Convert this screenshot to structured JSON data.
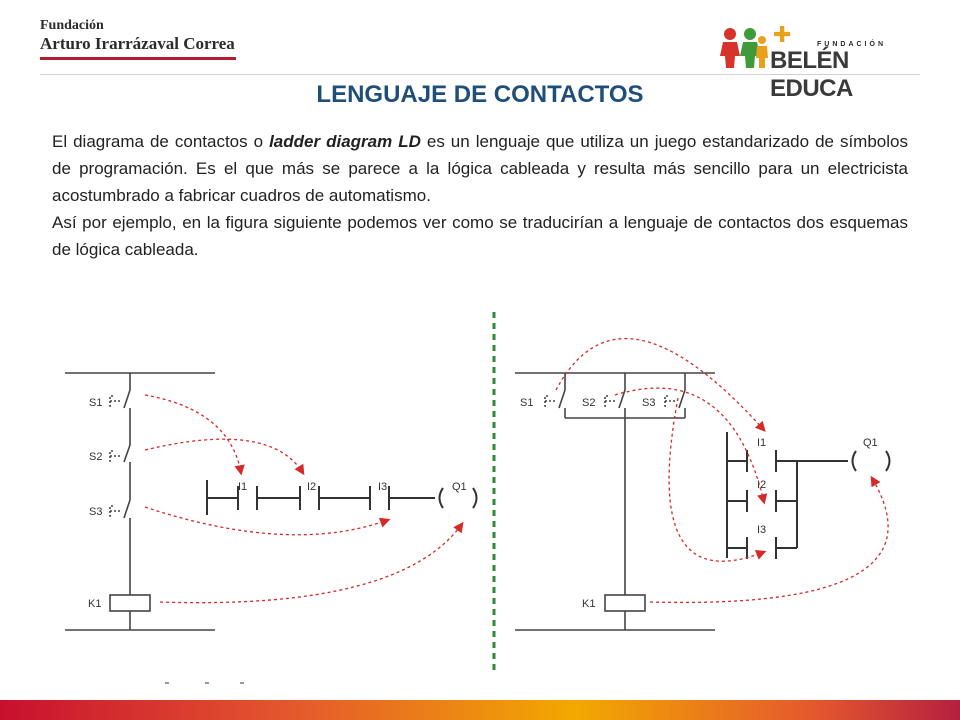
{
  "header": {
    "left_logo_line1": "Fundación",
    "left_logo_line2": "Arturo Irarrázaval Correa",
    "right_logo_top": "FUNDACIÓN",
    "right_logo_name": "BELÉN EDUCA"
  },
  "title": "LENGUAJE DE CONTACTOS",
  "paragraph1": {
    "before": "El diagrama de contactos  o ",
    "emphasis": "ladder diagram LD",
    "after": " es un lenguaje que utiliza un juego estandarizado de símbolos de programación. Es el que más se parece a la lógica cableada y resulta más sencillo para un electricista acostumbrado a fabricar cuadros de automatismo."
  },
  "paragraph2": "Así por ejemplo, en la figura siguiente podemos ver como se traducirían a lenguaje de contactos dos esquemas de lógica cableada.",
  "diagram": {
    "left": {
      "switches": [
        "S1",
        "S2",
        "S3"
      ],
      "relay": "K1",
      "contacts": [
        "I1",
        "I2",
        "I3"
      ],
      "coil": "Q1"
    },
    "right": {
      "switches": [
        "S1",
        "S2",
        "S3"
      ],
      "relay": "K1",
      "contacts": [
        "I1",
        "I2",
        "I3"
      ],
      "coil": "Q1"
    }
  },
  "colors": {
    "title": "#1f4e79",
    "arrow": "#d42a2a",
    "divider": "#2e8b3a",
    "logo_bar": "#b11e2f"
  }
}
